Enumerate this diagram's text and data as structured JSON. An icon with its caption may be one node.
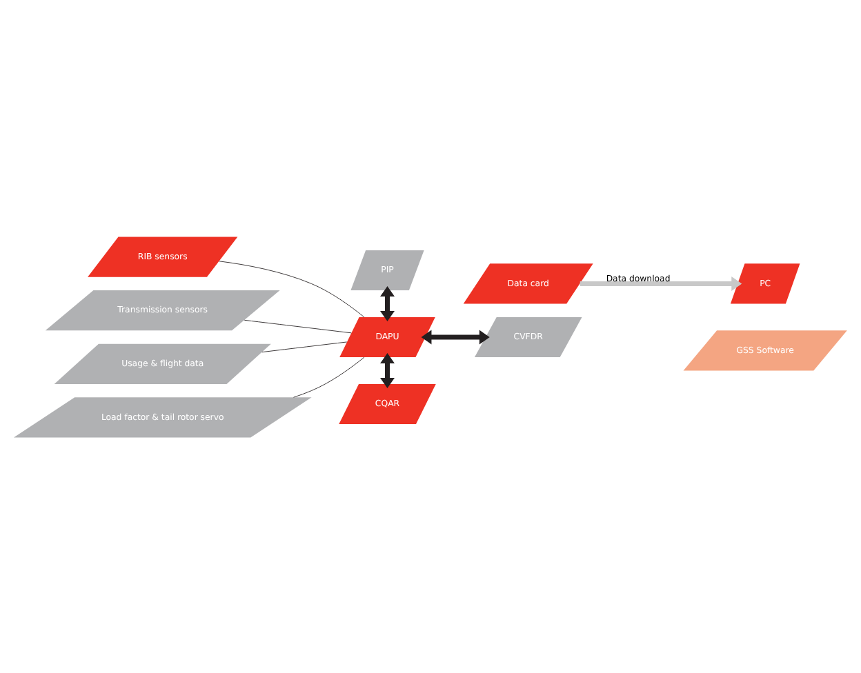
{
  "diagram": {
    "nodes": [
      {
        "text": [
          "RIB sensors"
        ]
      },
      {
        "text": [
          "Transmission sensors"
        ]
      },
      {
        "text": [
          "Usage & flight data"
        ]
      },
      {
        "text": [
          "Load factor & tail rotor servo"
        ]
      },
      {
        "text": [
          "PIP"
        ]
      },
      {
        "text": [
          "DAPU"
        ]
      },
      {
        "text": [
          "CVFDR"
        ]
      },
      {
        "text": [
          "CQAR"
        ]
      },
      {
        "text": [
          "Data card"
        ]
      },
      {
        "text": [
          "PC"
        ]
      },
      {
        "text": [
          "GSS Software"
        ]
      }
    ],
    "edges": [
      {
        "from": 0,
        "to": 5,
        "arrow": "none"
      },
      {
        "from": 1,
        "to": 5,
        "arrow": "none"
      },
      {
        "from": 2,
        "to": 5,
        "arrow": "none"
      },
      {
        "from": 3,
        "to": 5,
        "arrow": "none"
      },
      {
        "from": 4,
        "to": 5,
        "arrow": "both",
        "style": "thick"
      },
      {
        "from": 5,
        "to": 6,
        "arrow": "both",
        "style": "thick"
      },
      {
        "from": 5,
        "to": 7,
        "arrow": "both",
        "style": "thick"
      },
      {
        "from": 8,
        "to": 9,
        "arrow": "to",
        "label": "Data download",
        "style": "thick",
        "color": "#c8c8c8"
      }
    ]
  }
}
